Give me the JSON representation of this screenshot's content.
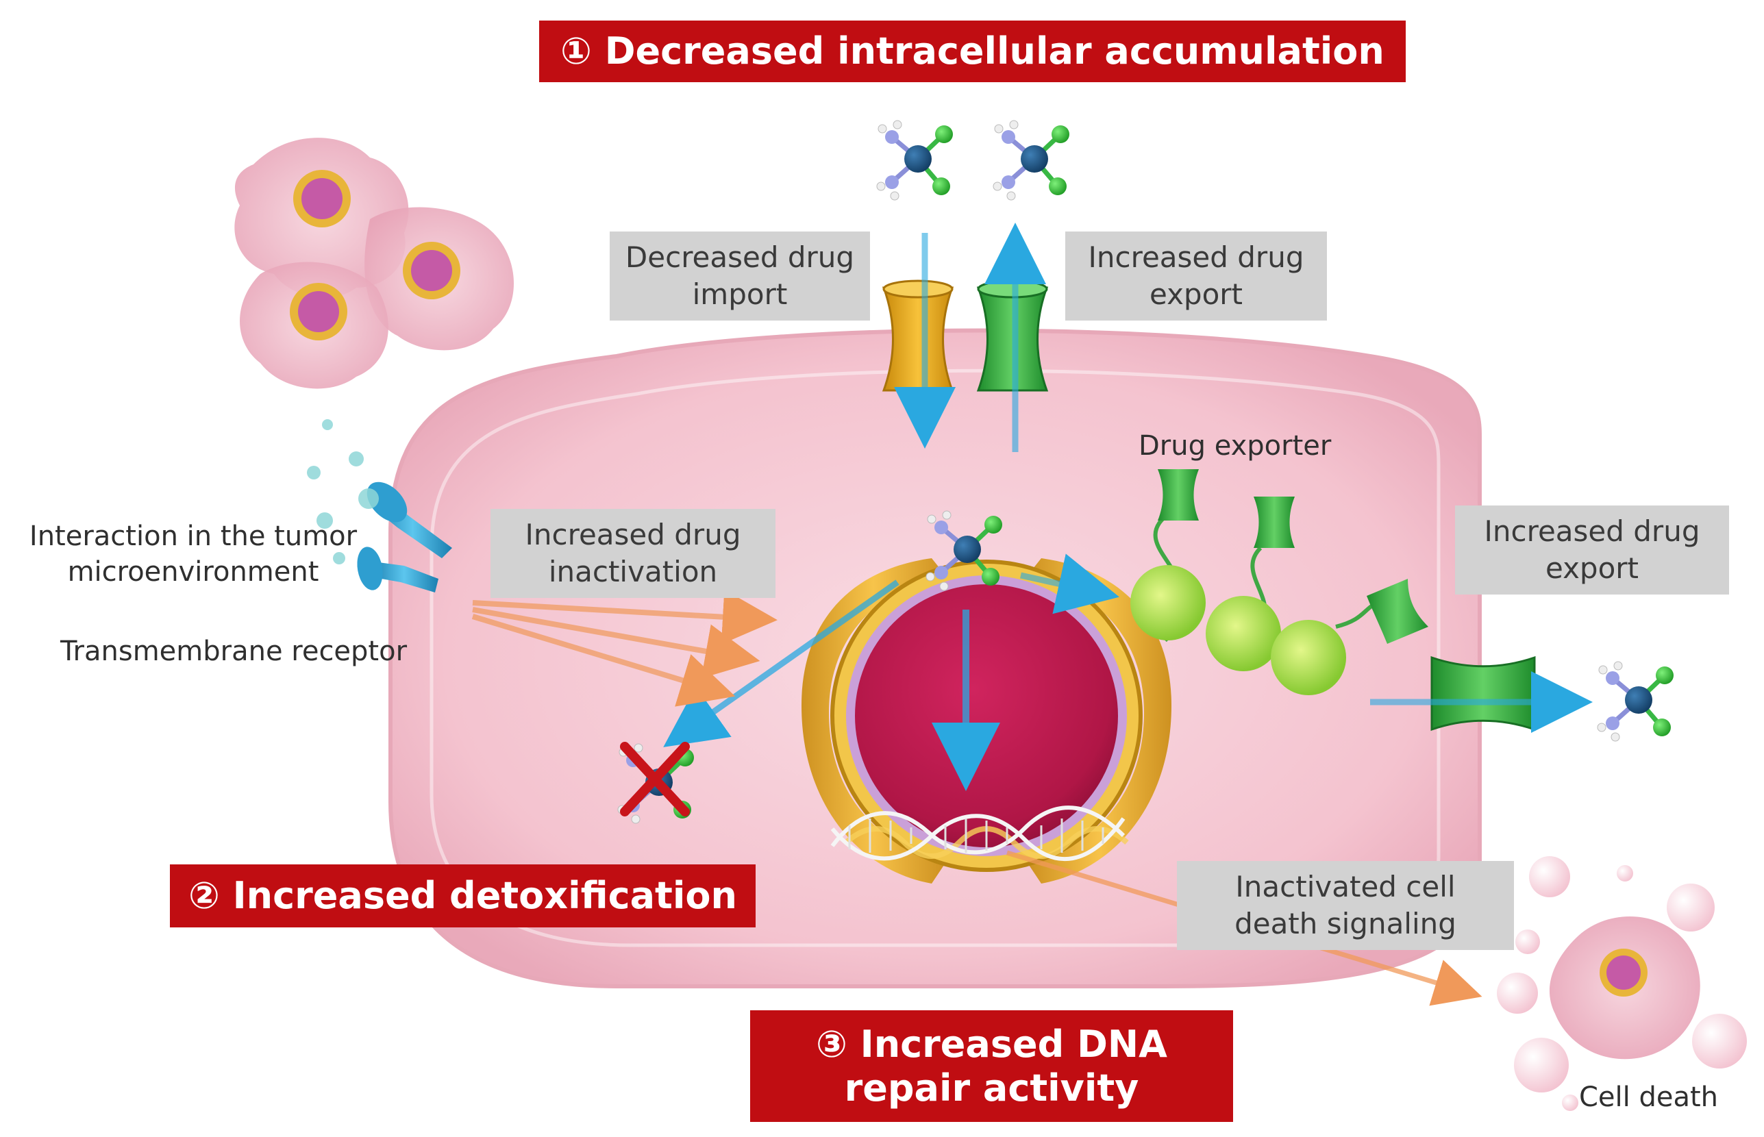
{
  "banners": {
    "accumulation": "① Decreased intracellular accumulation",
    "detoxification": "② Increased detoxification",
    "dna_repair_line1": "③ Increased DNA",
    "dna_repair_line2": "repair activity"
  },
  "boxes": {
    "decreased_import": "Decreased drug\nimport",
    "increased_export_top": "Increased drug\nexport",
    "increased_inactivation": "Increased drug\ninactivation",
    "increased_export_right": "Increased drug\nexport",
    "inactivated_signaling": "Inactivated cell\ndeath signaling"
  },
  "labels": {
    "tumor_microenvironment": "Interaction in the tumor\nmicroenvironment",
    "transmembrane_receptor": "Transmembrane receptor",
    "drug_exporter": "Drug exporter",
    "cell_death": "Cell death"
  },
  "colors": {
    "banner_red": "#c00d12",
    "box_gray": "#d2d2d2",
    "cell_pink": "#f4c3cf",
    "nucleus_crimson": "#b8144a",
    "arrow_blue": "#2aa8e0",
    "arrow_orange": "#f0995a",
    "transporter_orange": "#f0a818",
    "transporter_green": "#3cb04a",
    "receptor_blue": "#2ea0d0"
  },
  "icons": [
    "cisplatin-molecule-icon",
    "transporter-channel-icon",
    "receptor-icon",
    "dna-helix-icon",
    "cross-mark-icon"
  ]
}
